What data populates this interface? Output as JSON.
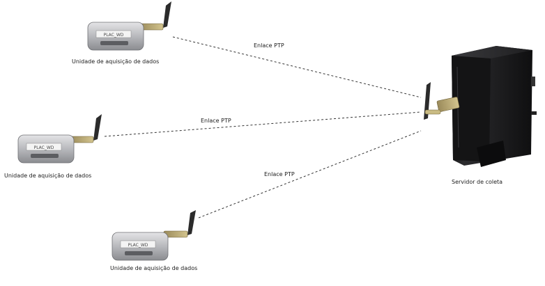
{
  "diagram": {
    "units": [
      {
        "label": "Unidade de aquisição de dados",
        "case_text": "PLAC_WD"
      },
      {
        "label": "Unidade de aquisição de dados",
        "case_text": "PLAC_WD"
      },
      {
        "label": "Unidade de aquisição de dados",
        "case_text": "PLAC_WD"
      }
    ],
    "links": [
      {
        "label": "Enlace PTP"
      },
      {
        "label": "Enlace PTP"
      },
      {
        "label": "Enlace PTP"
      }
    ],
    "server": {
      "label": "Servidor de coleta"
    }
  }
}
